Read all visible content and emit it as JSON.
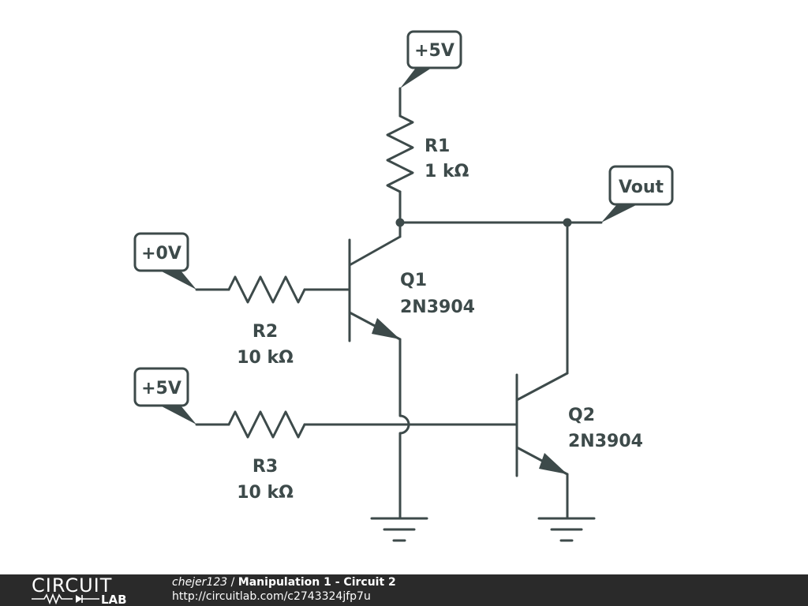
{
  "schematic": {
    "labels": {
      "vcc_top": "+5V",
      "vout": "Vout",
      "input_a": "+0V",
      "input_b": "+5V"
    },
    "components": {
      "r1": {
        "ref": "R1",
        "value": "1 kΩ"
      },
      "r2": {
        "ref": "R2",
        "value": "10 kΩ"
      },
      "r3": {
        "ref": "R3",
        "value": "10 kΩ"
      },
      "q1": {
        "ref": "Q1",
        "part": "2N3904"
      },
      "q2": {
        "ref": "Q2",
        "part": "2N3904"
      }
    }
  },
  "footer": {
    "logo_top": "CIRCUIT",
    "logo_bottom": "LAB",
    "author": "chejer123",
    "separator": " / ",
    "title": "Manipulation 1 - Circuit 2",
    "url": "http://circuitlab.com/c2743324jfp7u"
  }
}
